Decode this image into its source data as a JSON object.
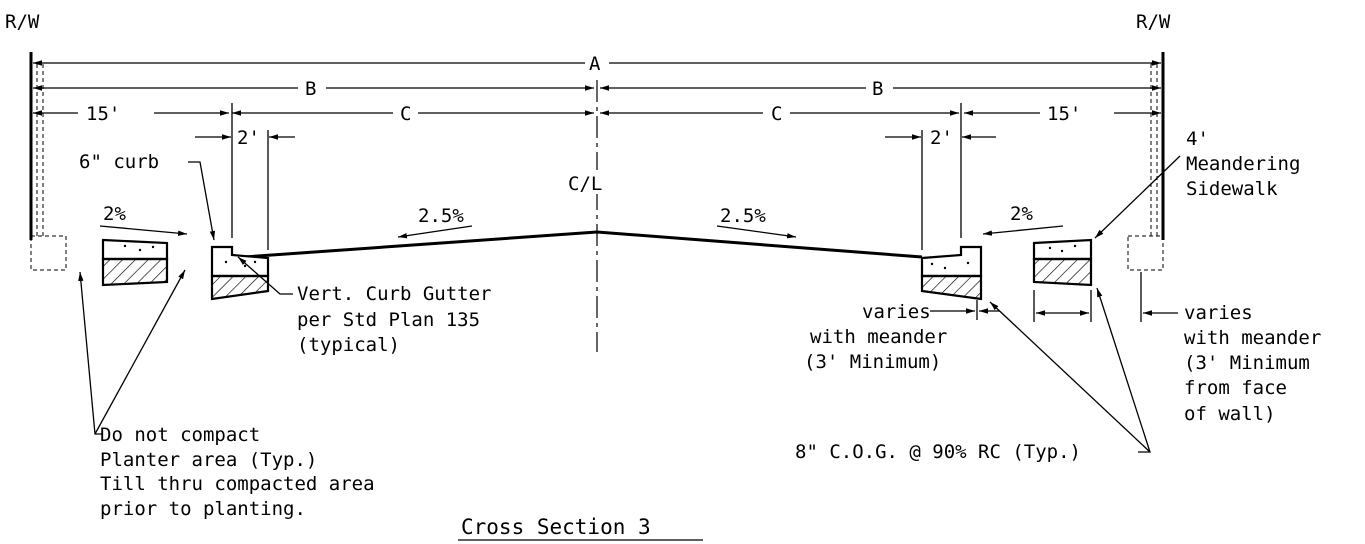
{
  "labels": {
    "rw_left": "R/W",
    "rw_right": "R/W",
    "dim_a": "A",
    "dim_b_left": "B",
    "dim_b_right": "B",
    "dim_c_left": "C",
    "dim_c_right": "C",
    "dim_15_left": "15'",
    "dim_15_right": "15'",
    "dim_2_left": "2'",
    "dim_2_right": "2'",
    "centerline": "C/L",
    "slope_2_left": "2%",
    "slope_25_left": "2.5%",
    "slope_25_right": "2.5%",
    "slope_2_right": "2%",
    "curb_6": "6\" curb",
    "curb_gutter_1": "Vert. Curb Gutter",
    "curb_gutter_2": "per Std Plan 135",
    "curb_gutter_3": "(typical)",
    "sidewalk_1": "4'",
    "sidewalk_2": "Meandering",
    "sidewalk_3": "Sidewalk",
    "varies_mid_1": "varies",
    "varies_mid_2": "with meander",
    "varies_mid_3": "(3' Minimum)",
    "varies_right_1": "varies",
    "varies_right_2": "with meander",
    "varies_right_3": "(3' Minimum",
    "varies_right_4": "from face",
    "varies_right_5": "of wall)",
    "planter_1": "Do not compact",
    "planter_2": "Planter area (Typ.)",
    "planter_3": "Till thru compacted area",
    "planter_4": "prior to planting.",
    "cog": "8\" C.O.G. @ 90% RC (Typ.)",
    "title": "Cross Section 3"
  }
}
